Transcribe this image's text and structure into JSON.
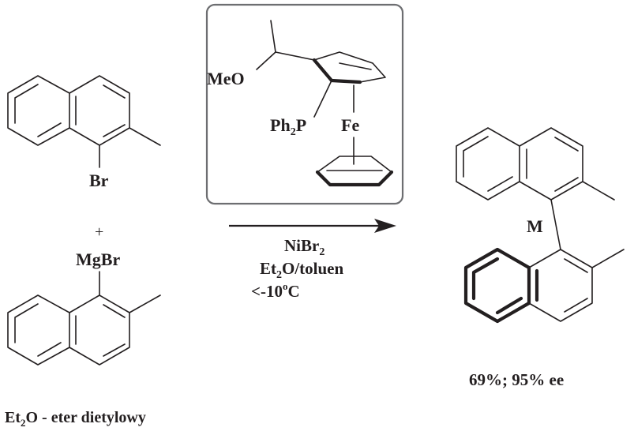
{
  "reactant1": {
    "substituent": "Br"
  },
  "plus_sign": "+",
  "reactant2": {
    "substituent": "MgBr"
  },
  "ligand": {
    "methoxy": "MeO",
    "phosphine_main": "Ph",
    "phosphine_sub": "2",
    "phosphine_tail": "P",
    "metal": "Fe"
  },
  "conditions": {
    "line1_main": "NiBr",
    "line1_sub": "2",
    "line2_a": "Et",
    "line2_sub": "2",
    "line2_b": "O/toluen",
    "line3_main": "<-10",
    "line3_sup": "o",
    "line3_tail": "C"
  },
  "product": {
    "axial_label": "M",
    "yield": "69%; 95% ee"
  },
  "footnote": {
    "a": "Et",
    "sub": "2",
    "b": "O - eter dietylowy"
  },
  "colors": {
    "ink": "#231f20",
    "box_border": "#6d6e71"
  }
}
